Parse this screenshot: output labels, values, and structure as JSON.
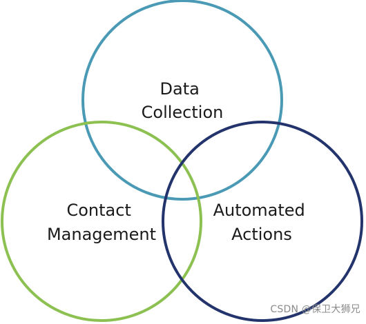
{
  "circles": [
    {
      "id": "data-collection",
      "label_lines": [
        "Data",
        "Collection"
      ],
      "color": "#4a9ab5"
    },
    {
      "id": "contact-management",
      "label_lines": [
        "Contact",
        "Management"
      ],
      "color": "#8cc152"
    },
    {
      "id": "automated-actions",
      "label_lines": [
        "Automated",
        "Actions"
      ],
      "color": "#23346d"
    }
  ],
  "watermark": "CSDN @保卫大狮兄"
}
